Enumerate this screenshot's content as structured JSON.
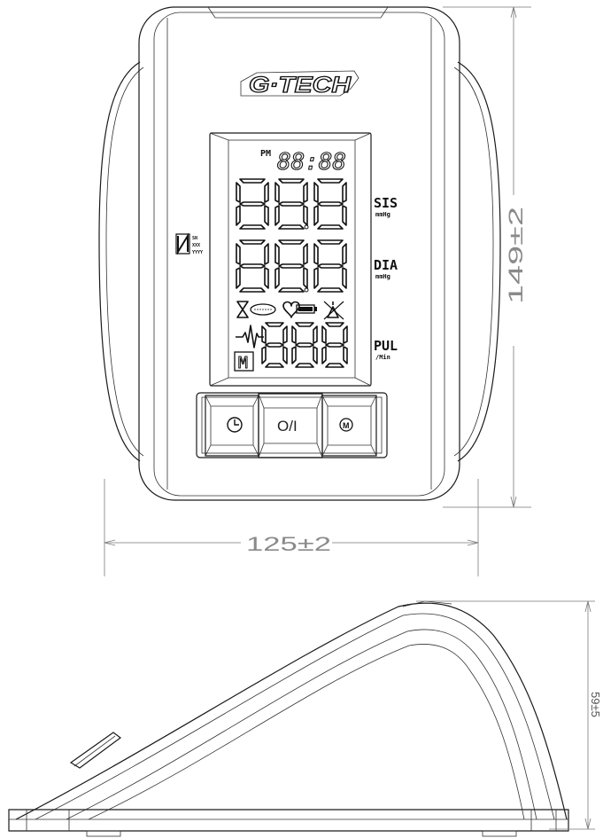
{
  "brand": {
    "logo_text": "G·TECH"
  },
  "display": {
    "am_pm": "PM",
    "time_digits": "88:88",
    "sys_digits": "888",
    "dia_digits": "888",
    "pulse_digits": "888",
    "memory_indicator": "M",
    "sys_label": "SIS",
    "sys_unit": "mmHg",
    "dia_label": "DIA",
    "dia_unit": "mmHg",
    "pul_label": "PUL",
    "pul_unit": "/Min",
    "lot_label_line1": "SN",
    "lot_label_line2": "XXX",
    "lot_label_line3": "YYYY",
    "icons": [
      "hourglass-icon",
      "cuff-icon",
      "heart-icon",
      "battery-icon",
      "no-arm-icon",
      "pulse-wave-icon"
    ]
  },
  "buttons": {
    "clock": {
      "icon": "clock-icon"
    },
    "power": {
      "label": "O/I"
    },
    "memory": {
      "label": "M"
    }
  },
  "dimensions": {
    "height": "149±2",
    "width": "125±2",
    "side_height": "59±5"
  }
}
